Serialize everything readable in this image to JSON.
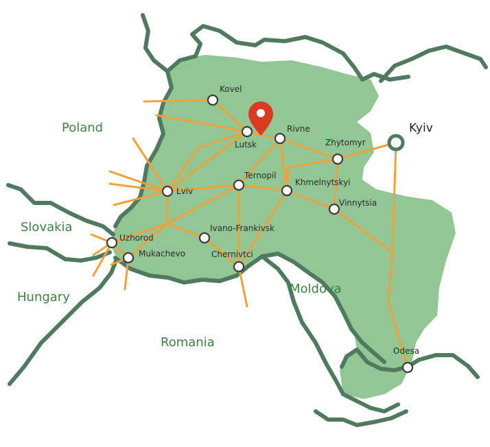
{
  "colors": {
    "region_fill": "#92c795",
    "border": "#4f7a5f",
    "route": "#f2a03a",
    "country_label": "#3f7f44",
    "marker": "#d93b22"
  },
  "capital": {
    "label": "Kyiv",
    "icon": "capital-ring-icon"
  },
  "marker": {
    "city": "Lutsk",
    "icon": "location-pin-icon"
  },
  "countries": [
    {
      "id": "poland",
      "label": "Poland"
    },
    {
      "id": "slovakia",
      "label": "Slovakia"
    },
    {
      "id": "hungary",
      "label": "Hungary"
    },
    {
      "id": "romania",
      "label": "Romania"
    },
    {
      "id": "moldova",
      "label": "Moldova"
    }
  ],
  "cities": [
    {
      "id": "kovel",
      "label": "Kovel"
    },
    {
      "id": "lutsk",
      "label": "Lutsk"
    },
    {
      "id": "rivne",
      "label": "Rivne"
    },
    {
      "id": "zhytomyr",
      "label": "Zhytomyr"
    },
    {
      "id": "lviv",
      "label": "Lviv"
    },
    {
      "id": "ternopil",
      "label": "Ternopil"
    },
    {
      "id": "khmelnytskyi",
      "label": "Khmelnytskyi"
    },
    {
      "id": "vinnytsia",
      "label": "Vinnytsia"
    },
    {
      "id": "uzhorod",
      "label": "Uzhorod"
    },
    {
      "id": "mukachevo",
      "label": "Mukachevo"
    },
    {
      "id": "ivano_frankivsk",
      "label": "Ivano-Frankivsk"
    },
    {
      "id": "chernivtci",
      "label": "Chernivtci"
    },
    {
      "id": "odesa",
      "label": "Odesa"
    }
  ]
}
